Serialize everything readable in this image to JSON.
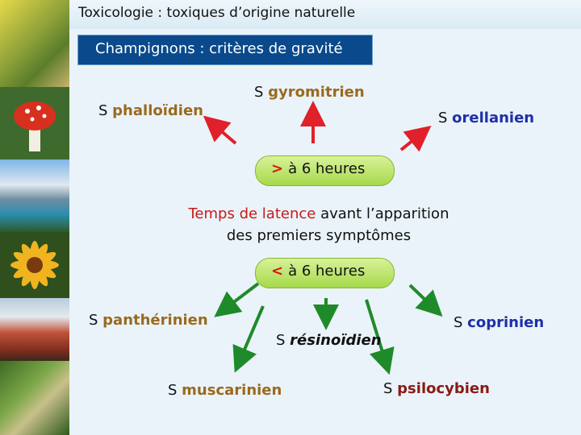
{
  "header": {
    "title": "Toxicologie : toxiques d’origine naturelle"
  },
  "slide": {
    "subtitle": "Champignons : critères de gravité"
  },
  "top_group": {
    "gyromitrien": {
      "prefix": "S",
      "name": "gyromitrien"
    },
    "phalloidien": {
      "prefix": "S",
      "name": "phalloïdien"
    },
    "orellanien": {
      "prefix": "S",
      "name": "orellanien"
    },
    "greater": {
      "symbol": ">",
      "label": "à 6 heures"
    }
  },
  "center": {
    "part1": "Temps de latence",
    "part2": " avant l’apparition",
    "line2": "des premiers symptômes"
  },
  "bottom_group": {
    "less": {
      "symbol": "<",
      "label": "à 6 heures"
    },
    "pantherinien": {
      "prefix": "S",
      "name": "panthérinien"
    },
    "resinoidien": {
      "prefix": "S",
      "name": "résinoïdien"
    },
    "coprinien": {
      "prefix": "S",
      "name": "coprinien"
    },
    "muscarinien": {
      "prefix": "S",
      "name": "muscarinien"
    },
    "psilocybien": {
      "prefix": "S",
      "name": "psilocybien"
    }
  },
  "colors": {
    "subtitle_bar": "#0a4a8c",
    "pill": "#a6d94a",
    "top_arrows": "#e0202a",
    "bottom_arrows": "#1f8a2a",
    "brown_text": "#9a6a1e",
    "blue_text": "#1f2fa8",
    "latence_text": "#c81a1a"
  }
}
